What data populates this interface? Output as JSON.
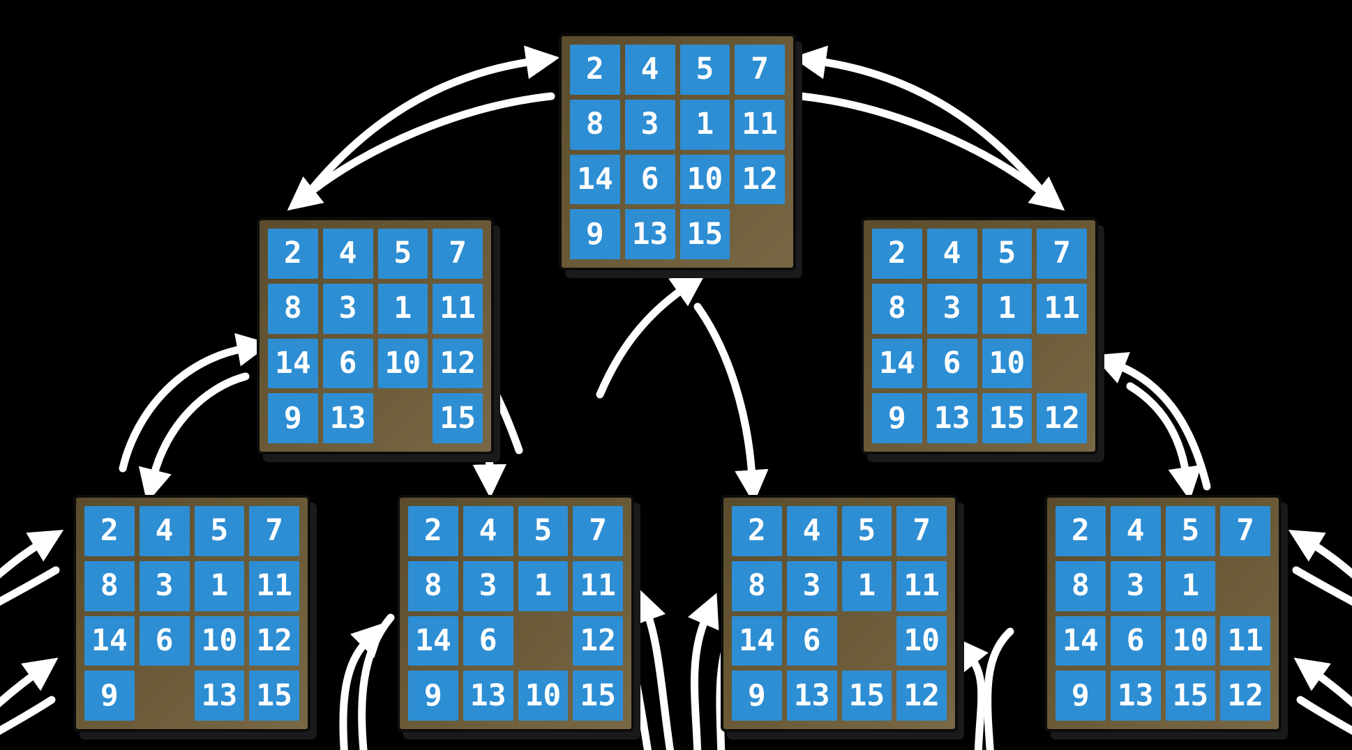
{
  "colors": {
    "background": "#000000",
    "board_frame": "#6a5a37",
    "tile_fill": "#2d8ed4",
    "tile_text": "#ffffff",
    "arrow": "#ffffff"
  },
  "boards": [
    {
      "id": "top-center",
      "tiles": [
        [
          "2",
          "4",
          "5",
          "7"
        ],
        [
          "8",
          "3",
          "1",
          "11"
        ],
        [
          "14",
          "6",
          "10",
          "12"
        ],
        [
          "9",
          "13",
          "15",
          null
        ]
      ]
    },
    {
      "id": "middle-left",
      "tiles": [
        [
          "2",
          "4",
          "5",
          "7"
        ],
        [
          "8",
          "3",
          "1",
          "11"
        ],
        [
          "14",
          "6",
          "10",
          "12"
        ],
        [
          "9",
          "13",
          null,
          "15"
        ]
      ]
    },
    {
      "id": "middle-right",
      "tiles": [
        [
          "2",
          "4",
          "5",
          "7"
        ],
        [
          "8",
          "3",
          "1",
          "11"
        ],
        [
          "14",
          "6",
          "10",
          null
        ],
        [
          "9",
          "13",
          "15",
          "12"
        ]
      ]
    },
    {
      "id": "bottom-far-left",
      "tiles": [
        [
          "2",
          "4",
          "5",
          "7"
        ],
        [
          "8",
          "3",
          "1",
          "11"
        ],
        [
          "14",
          "6",
          "10",
          "12"
        ],
        [
          "9",
          null,
          "13",
          "15"
        ]
      ]
    },
    {
      "id": "bottom-center-left",
      "tiles": [
        [
          "2",
          "4",
          "5",
          "7"
        ],
        [
          "8",
          "3",
          "1",
          "11"
        ],
        [
          "14",
          "6",
          null,
          "12"
        ],
        [
          "9",
          "13",
          "10",
          "15"
        ]
      ]
    },
    {
      "id": "bottom-center-right",
      "tiles": [
        [
          "2",
          "4",
          "5",
          "7"
        ],
        [
          "8",
          "3",
          "1",
          "11"
        ],
        [
          "14",
          "6",
          null,
          "10"
        ],
        [
          "9",
          "13",
          "15",
          "12"
        ]
      ]
    },
    {
      "id": "bottom-far-right",
      "tiles": [
        [
          "2",
          "4",
          "5",
          "7"
        ],
        [
          "8",
          "3",
          "1",
          null
        ],
        [
          "14",
          "6",
          "10",
          "11"
        ],
        [
          "9",
          "13",
          "15",
          "12"
        ]
      ]
    }
  ],
  "arrows": [
    {
      "id": "top-to-middle-left",
      "from": "top-center",
      "to": "middle-left",
      "bidirectional": true
    },
    {
      "id": "top-to-middle-right",
      "from": "top-center",
      "to": "middle-right",
      "bidirectional": true
    },
    {
      "id": "middle-left-to-bottom-far-left",
      "from": "middle-left",
      "to": "bottom-far-left",
      "bidirectional": true
    },
    {
      "id": "middle-left-to-bottom-center-left",
      "from": "middle-left",
      "to": "bottom-center-left",
      "bidirectional": true
    },
    {
      "id": "middle-right-to-bottom-center-right",
      "from": "middle-right",
      "to": "bottom-center-right",
      "bidirectional": true
    },
    {
      "id": "middle-right-to-bottom-far-right",
      "from": "middle-right",
      "to": "bottom-far-right",
      "bidirectional": true
    },
    {
      "id": "offscreen-left-upper",
      "from": "offscreen-left",
      "to": "bottom-far-left",
      "bidirectional": true
    },
    {
      "id": "offscreen-left-lower",
      "from": "offscreen-left",
      "to": "bottom-far-left",
      "bidirectional": true
    },
    {
      "id": "offscreen-right-upper",
      "from": "offscreen-right",
      "to": "bottom-far-right",
      "bidirectional": true
    },
    {
      "id": "offscreen-right-lower",
      "from": "offscreen-right",
      "to": "bottom-far-right",
      "bidirectional": true
    },
    {
      "id": "offscreen-bottom-to-center-left",
      "from": "offscreen-bottom",
      "to": "bottom-center-left",
      "bidirectional": true
    },
    {
      "id": "offscreen-bottom-fan-left",
      "from": "offscreen-bottom",
      "to": "bottom-center-left",
      "bidirectional": true
    },
    {
      "id": "offscreen-bottom-fan-right",
      "from": "offscreen-bottom",
      "to": "bottom-center-right",
      "bidirectional": true
    },
    {
      "id": "offscreen-bottom-to-center-right",
      "from": "offscreen-bottom",
      "to": "bottom-center-right",
      "bidirectional": true
    }
  ]
}
